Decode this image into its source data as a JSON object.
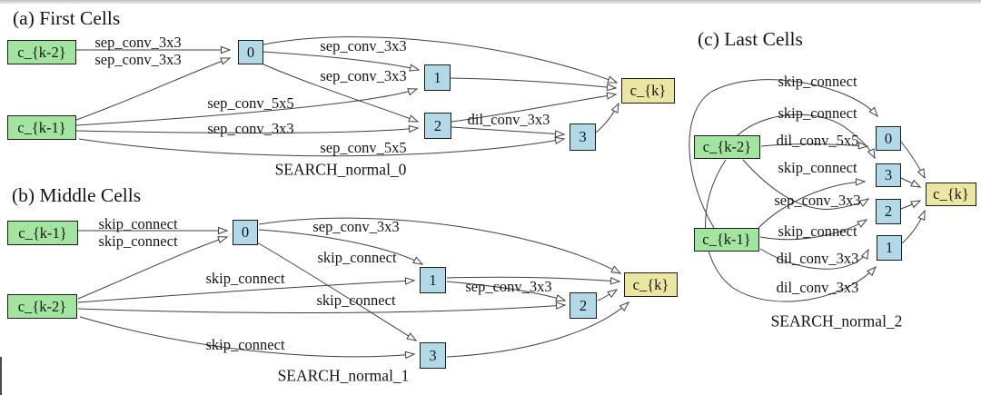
{
  "figure": {
    "description": "Neural architecture search cell diagrams for first, middle and last cells",
    "background": "#ffffff",
    "colors": {
      "input_node_fill": "#a3e5a0",
      "hidden_node_fill": "#b2d9e7",
      "output_node_fill": "#ebe6a2",
      "node_border": "#1c1c1c",
      "edge_color": "#3f3f3f"
    }
  },
  "panels": [
    {
      "title": "(a) First Cells",
      "caption": "SEARCH_normal_0",
      "nodes": [
        "c_{k-2}",
        "c_{k-1}",
        "0",
        "1",
        "2",
        "3",
        "c_{k}"
      ],
      "edges": [
        {
          "from": "c_{k-2}",
          "to": "0",
          "label": "sep_conv_3x3"
        },
        {
          "from": "c_{k-1}",
          "to": "0",
          "label": "sep_conv_3x3"
        },
        {
          "from": "0",
          "to": "1",
          "label": "sep_conv_3x3"
        },
        {
          "from": "0",
          "to": "2",
          "label": "sep_conv_3x3"
        },
        {
          "from": "c_{k-1}",
          "to": "1",
          "label": "sep_conv_5x5"
        },
        {
          "from": "c_{k-1}",
          "to": "2",
          "label": "sep_conv_3x3"
        },
        {
          "from": "c_{k-1}",
          "to": "3",
          "label": "sep_conv_5x5"
        },
        {
          "from": "2",
          "to": "3",
          "label": "dil_conv_3x3"
        },
        {
          "from": "0",
          "to": "c_{k}",
          "label": ""
        },
        {
          "from": "1",
          "to": "c_{k}",
          "label": ""
        },
        {
          "from": "2",
          "to": "c_{k}",
          "label": ""
        },
        {
          "from": "3",
          "to": "c_{k}",
          "label": ""
        }
      ]
    },
    {
      "title": "(b) Middle Cells",
      "caption": "SEARCH_normal_1",
      "nodes": [
        "c_{k-1}",
        "c_{k-2}",
        "0",
        "1",
        "2",
        "3",
        "c_{k}"
      ],
      "edges": [
        {
          "from": "c_{k-1}",
          "to": "0",
          "label": "skip_connect"
        },
        {
          "from": "c_{k-2}",
          "to": "0",
          "label": "skip_connect"
        },
        {
          "from": "0",
          "to": "1",
          "label": "sep_conv_3x3"
        },
        {
          "from": "0",
          "to": "3",
          "label": "skip_connect"
        },
        {
          "from": "c_{k-2}",
          "to": "1",
          "label": "skip_connect"
        },
        {
          "from": "1",
          "to": "2",
          "label": "sep_conv_3x3"
        },
        {
          "from": "c_{k-2}",
          "to": "2",
          "label": "skip_connect"
        },
        {
          "from": "c_{k-2}",
          "to": "3",
          "label": "skip_connect"
        },
        {
          "from": "0",
          "to": "c_{k}",
          "label": ""
        },
        {
          "from": "1",
          "to": "c_{k}",
          "label": ""
        },
        {
          "from": "2",
          "to": "c_{k}",
          "label": ""
        },
        {
          "from": "3",
          "to": "c_{k}",
          "label": ""
        }
      ]
    },
    {
      "title": "(c) Last Cells",
      "caption": "SEARCH_normal_2",
      "nodes": [
        "c_{k-2}",
        "c_{k-1}",
        "0",
        "3",
        "2",
        "1",
        "c_{k}"
      ],
      "edges": [
        {
          "from": "c_{k-1}",
          "to": "0",
          "label": "skip_connect"
        },
        {
          "from": "c_{k-2}",
          "to": "3",
          "label": "skip_connect"
        },
        {
          "from": "c_{k-2}",
          "to": "0",
          "label": "dil_conv_5x5"
        },
        {
          "from": "c_{k-1}",
          "to": "3",
          "label": "skip_connect"
        },
        {
          "from": "c_{k-2}",
          "to": "2",
          "label": "sep_conv_3x3"
        },
        {
          "from": "c_{k-1}",
          "to": "2",
          "label": "skip_connect"
        },
        {
          "from": "c_{k-1}",
          "to": "1",
          "label": "dil_conv_3x3"
        },
        {
          "from": "c_{k-2}",
          "to": "1",
          "label": "dil_conv_3x3"
        },
        {
          "from": "0",
          "to": "c_{k}",
          "label": ""
        },
        {
          "from": "3",
          "to": "c_{k}",
          "label": ""
        },
        {
          "from": "2",
          "to": "c_{k}",
          "label": ""
        },
        {
          "from": "1",
          "to": "c_{k}",
          "label": ""
        }
      ]
    }
  ]
}
